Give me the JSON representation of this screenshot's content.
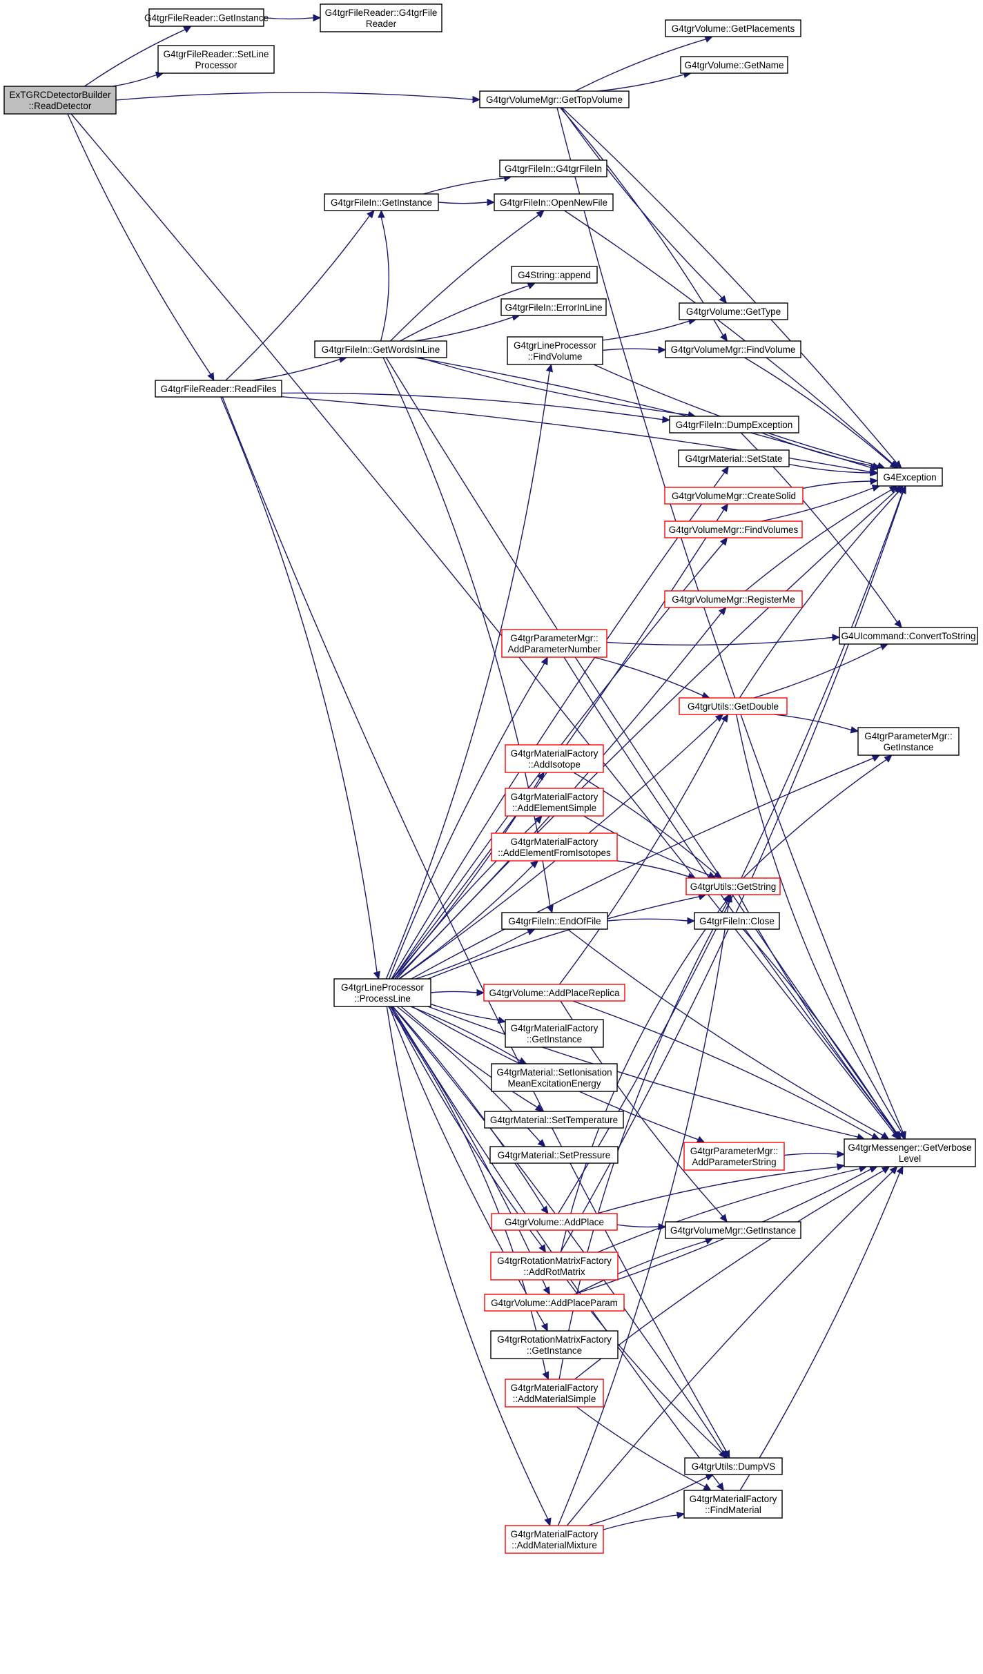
{
  "graph": {
    "colors": {
      "edge": "#191970",
      "truncated_border": "#ff0000",
      "root_fill": "#bfbfbf",
      "node_border": "#000000"
    },
    "nodes": [
      {
        "id": "root",
        "lines": [
          "ExTGRCDetectorBuilder",
          "::ReadDetector"
        ],
        "root": true
      },
      {
        "id": "fr_getinst",
        "lines": [
          "G4tgrFileReader::GetInstance"
        ]
      },
      {
        "id": "fr_ctor",
        "lines": [
          "G4tgrFileReader::G4tgrFile",
          "Reader"
        ]
      },
      {
        "id": "fr_setline",
        "lines": [
          "G4tgrFileReader::SetLine",
          "Processor"
        ]
      },
      {
        "id": "vm_gettop",
        "lines": [
          "G4tgrVolumeMgr::GetTopVolume"
        ]
      },
      {
        "id": "v_getplacements",
        "lines": [
          "G4tgrVolume::GetPlacements"
        ]
      },
      {
        "id": "v_getname",
        "lines": [
          "G4tgrVolume::GetName"
        ]
      },
      {
        "id": "fi_ctor",
        "lines": [
          "G4tgrFileIn::G4tgrFileIn"
        ]
      },
      {
        "id": "fi_getinst",
        "lines": [
          "G4tgrFileIn::GetInstance"
        ]
      },
      {
        "id": "fi_open",
        "lines": [
          "G4tgrFileIn::OpenNewFile"
        ]
      },
      {
        "id": "str_append",
        "lines": [
          "G4String::append"
        ]
      },
      {
        "id": "fi_err",
        "lines": [
          "G4tgrFileIn::ErrorInLine"
        ]
      },
      {
        "id": "v_gettype",
        "lines": [
          "G4tgrVolume::GetType"
        ]
      },
      {
        "id": "lp_find",
        "lines": [
          "G4tgrLineProcessor",
          "::FindVolume"
        ]
      },
      {
        "id": "fi_words",
        "lines": [
          "G4tgrFileIn::GetWordsInLine"
        ]
      },
      {
        "id": "vm_findvol",
        "lines": [
          "G4tgrVolumeMgr::FindVolume"
        ]
      },
      {
        "id": "fr_read",
        "lines": [
          "G4tgrFileReader::ReadFiles"
        ]
      },
      {
        "id": "fi_dump",
        "lines": [
          "G4tgrFileIn::DumpException"
        ]
      },
      {
        "id": "mat_setstate",
        "lines": [
          "G4tgrMaterial::SetState"
        ]
      },
      {
        "id": "g4exception",
        "lines": [
          "G4Exception"
        ]
      },
      {
        "id": "vm_createsolid",
        "lines": [
          "G4tgrVolumeMgr::CreateSolid"
        ],
        "truncated": true
      },
      {
        "id": "vm_findvols",
        "lines": [
          "G4tgrVolumeMgr::FindVolumes"
        ],
        "truncated": true
      },
      {
        "id": "vm_register",
        "lines": [
          "G4tgrVolumeMgr::RegisterMe"
        ],
        "truncated": true
      },
      {
        "id": "pm_addnum",
        "lines": [
          "G4tgrParameterMgr::",
          "AddParameterNumber"
        ],
        "truncated": true
      },
      {
        "id": "ui_convert",
        "lines": [
          "G4UIcommand::ConvertToString"
        ]
      },
      {
        "id": "ut_getdouble",
        "lines": [
          "G4tgrUtils::GetDouble"
        ],
        "truncated": true
      },
      {
        "id": "pm_getinst",
        "lines": [
          "G4tgrParameterMgr::",
          "GetInstance"
        ]
      },
      {
        "id": "mf_addiso",
        "lines": [
          "G4tgrMaterialFactory",
          "::AddIsotope"
        ],
        "truncated": true
      },
      {
        "id": "mf_addelsimple",
        "lines": [
          "G4tgrMaterialFactory",
          "::AddElementSimple"
        ],
        "truncated": true
      },
      {
        "id": "mf_addelfromiso",
        "lines": [
          "G4tgrMaterialFactory",
          "::AddElementFromIsotopes"
        ],
        "truncated": true
      },
      {
        "id": "ut_getstring",
        "lines": [
          "G4tgrUtils::GetString"
        ],
        "truncated": true
      },
      {
        "id": "fi_eof",
        "lines": [
          "G4tgrFileIn::EndOfFile"
        ]
      },
      {
        "id": "fi_close",
        "lines": [
          "G4tgrFileIn::Close"
        ]
      },
      {
        "id": "lp_process",
        "lines": [
          "G4tgrLineProcessor",
          "::ProcessLine"
        ]
      },
      {
        "id": "v_addreplica",
        "lines": [
          "G4tgrVolume::AddPlaceReplica"
        ],
        "truncated": true
      },
      {
        "id": "mf_getinst",
        "lines": [
          "G4tgrMaterialFactory",
          "::GetInstance"
        ]
      },
      {
        "id": "mat_setion",
        "lines": [
          "G4tgrMaterial::SetIonisation",
          "MeanExcitationEnergy"
        ]
      },
      {
        "id": "mat_settemp",
        "lines": [
          "G4tgrMaterial::SetTemperature"
        ]
      },
      {
        "id": "mat_setpress",
        "lines": [
          "G4tgrMaterial::SetPressure"
        ]
      },
      {
        "id": "msg_getverbose",
        "lines": [
          "G4tgrMessenger::GetVerbose",
          "Level"
        ]
      },
      {
        "id": "pm_addstr",
        "lines": [
          "G4tgrParameterMgr::",
          "AddParameterString"
        ],
        "truncated": true
      },
      {
        "id": "v_addplace",
        "lines": [
          "G4tgrVolume::AddPlace"
        ],
        "truncated": true
      },
      {
        "id": "vm_getinst",
        "lines": [
          "G4tgrVolumeMgr::GetInstance"
        ]
      },
      {
        "id": "rm_addrot",
        "lines": [
          "G4tgrRotationMatrixFactory",
          "::AddRotMatrix"
        ],
        "truncated": true
      },
      {
        "id": "v_addparam",
        "lines": [
          "G4tgrVolume::AddPlaceParam"
        ],
        "truncated": true
      },
      {
        "id": "rm_getinst",
        "lines": [
          "G4tgrRotationMatrixFactory",
          "::GetInstance"
        ]
      },
      {
        "id": "mf_addmatsimple",
        "lines": [
          "G4tgrMaterialFactory",
          "::AddMaterialSimple"
        ],
        "truncated": true
      },
      {
        "id": "ut_dumpvs",
        "lines": [
          "G4tgrUtils::DumpVS"
        ]
      },
      {
        "id": "mf_findmat",
        "lines": [
          "G4tgrMaterialFactory",
          "::FindMaterial"
        ]
      },
      {
        "id": "mf_addmatmix",
        "lines": [
          "G4tgrMaterialFactory",
          "::AddMaterialMixture"
        ],
        "truncated": true
      }
    ],
    "edges": [
      [
        "root",
        "fr_getinst"
      ],
      [
        "root",
        "fr_setline"
      ],
      [
        "root",
        "vm_gettop"
      ],
      [
        "root",
        "fr_read"
      ],
      [
        "root",
        "msg_getverbose"
      ],
      [
        "fr_getinst",
        "fr_ctor"
      ],
      [
        "vm_gettop",
        "v_getplacements"
      ],
      [
        "vm_gettop",
        "v_getname"
      ],
      [
        "vm_gettop",
        "g4exception"
      ],
      [
        "vm_gettop",
        "v_gettype"
      ],
      [
        "vm_gettop",
        "vm_findvol"
      ],
      [
        "vm_gettop",
        "msg_getverbose"
      ],
      [
        "fi_getinst",
        "fi_ctor"
      ],
      [
        "fi_getinst",
        "fi_open"
      ],
      [
        "fi_open",
        "g4exception"
      ],
      [
        "fi_words",
        "fi_getinst"
      ],
      [
        "fi_words",
        "str_append"
      ],
      [
        "fi_words",
        "fi_err"
      ],
      [
        "fi_words",
        "g4exception"
      ],
      [
        "fi_words",
        "fi_dump"
      ],
      [
        "fi_words",
        "fi_eof"
      ],
      [
        "fi_words",
        "msg_getverbose"
      ],
      [
        "fi_words",
        "fi_open"
      ],
      [
        "lp_find",
        "v_gettype"
      ],
      [
        "lp_find",
        "vm_findvol"
      ],
      [
        "lp_find",
        "g4exception"
      ],
      [
        "vm_findvol",
        "g4exception"
      ],
      [
        "fr_read",
        "fi_words"
      ],
      [
        "fr_read",
        "fi_dump"
      ],
      [
        "fr_read",
        "fi_getinst"
      ],
      [
        "fr_read",
        "lp_process"
      ],
      [
        "fr_read",
        "ut_dumpvs"
      ],
      [
        "fr_read",
        "g4exception"
      ],
      [
        "fi_dump",
        "g4exception"
      ],
      [
        "fi_dump",
        "ui_convert"
      ],
      [
        "mat_setstate",
        "g4exception"
      ],
      [
        "vm_createsolid",
        "g4exception"
      ],
      [
        "vm_findvols",
        "g4exception"
      ],
      [
        "vm_register",
        "g4exception"
      ],
      [
        "pm_addnum",
        "ui_convert"
      ],
      [
        "pm_addnum",
        "ut_getdouble"
      ],
      [
        "pm_addnum",
        "msg_getverbose"
      ],
      [
        "ut_getdouble",
        "g4exception"
      ],
      [
        "ut_getdouble",
        "ui_convert"
      ],
      [
        "ut_getdouble",
        "pm_getinst"
      ],
      [
        "ut_getdouble",
        "msg_getverbose"
      ],
      [
        "ut_getstring",
        "pm_getinst"
      ],
      [
        "ut_getstring",
        "msg_getverbose"
      ],
      [
        "fi_eof",
        "fi_close"
      ],
      [
        "fi_eof",
        "msg_getverbose"
      ],
      [
        "fi_close",
        "msg_getverbose"
      ],
      [
        "lp_process",
        "lp_find"
      ],
      [
        "lp_process",
        "mat_setstate"
      ],
      [
        "lp_process",
        "vm_createsolid"
      ],
      [
        "lp_process",
        "vm_findvols"
      ],
      [
        "lp_process",
        "vm_register"
      ],
      [
        "lp_process",
        "pm_addnum"
      ],
      [
        "lp_process",
        "ut_getdouble"
      ],
      [
        "lp_process",
        "pm_getinst"
      ],
      [
        "lp_process",
        "mf_addiso"
      ],
      [
        "lp_process",
        "mf_addelsimple"
      ],
      [
        "lp_process",
        "mf_addelfromiso"
      ],
      [
        "lp_process",
        "ut_getstring"
      ],
      [
        "lp_process",
        "fi_eof"
      ],
      [
        "lp_process",
        "v_addreplica"
      ],
      [
        "lp_process",
        "mf_getinst"
      ],
      [
        "lp_process",
        "mat_setion"
      ],
      [
        "lp_process",
        "mat_settemp"
      ],
      [
        "lp_process",
        "mat_setpress"
      ],
      [
        "lp_process",
        "pm_addstr"
      ],
      [
        "lp_process",
        "v_addplace"
      ],
      [
        "lp_process",
        "rm_addrot"
      ],
      [
        "lp_process",
        "v_addparam"
      ],
      [
        "lp_process",
        "rm_getinst"
      ],
      [
        "lp_process",
        "mf_addmatsimple"
      ],
      [
        "lp_process",
        "mf_addmatmix"
      ],
      [
        "lp_process",
        "ut_dumpvs"
      ],
      [
        "lp_process",
        "mf_findmat"
      ],
      [
        "lp_process",
        "g4exception"
      ],
      [
        "lp_process",
        "msg_getverbose"
      ],
      [
        "mf_addiso",
        "ut_getstring"
      ],
      [
        "mf_addelsimple",
        "ut_getstring"
      ],
      [
        "mf_addelfromiso",
        "ut_getstring"
      ],
      [
        "v_addreplica",
        "ut_getdouble"
      ],
      [
        "v_addreplica",
        "msg_getverbose"
      ],
      [
        "v_addreplica",
        "vm_getinst"
      ],
      [
        "pm_addstr",
        "msg_getverbose"
      ],
      [
        "v_addplace",
        "vm_getinst"
      ],
      [
        "v_addplace",
        "msg_getverbose"
      ],
      [
        "v_addplace",
        "g4exception"
      ],
      [
        "rm_addrot",
        "ut_getstring"
      ],
      [
        "rm_addrot",
        "ut_dumpvs"
      ],
      [
        "rm_addrot",
        "msg_getverbose"
      ],
      [
        "rm_addrot",
        "g4exception"
      ],
      [
        "v_addparam",
        "vm_getinst"
      ],
      [
        "v_addparam",
        "msg_getverbose"
      ],
      [
        "mf_addmatsimple",
        "ut_getstring"
      ],
      [
        "mf_addmatsimple",
        "mf_findmat"
      ],
      [
        "mf_addmatsimple",
        "msg_getverbose"
      ],
      [
        "mf_findmat",
        "msg_getverbose"
      ],
      [
        "mf_addmatmix",
        "mf_findmat"
      ],
      [
        "mf_addmatmix",
        "ut_dumpvs"
      ],
      [
        "mf_addmatmix",
        "msg_getverbose"
      ],
      [
        "mf_addmatmix",
        "ut_getstring"
      ]
    ]
  }
}
